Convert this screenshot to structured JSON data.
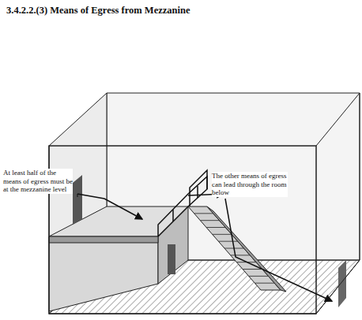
{
  "diagram": {
    "title": "3.4.2.2.(3) Means of Egress from Mezzanine",
    "labels": [
      "At least half of the means of egress must be at the mezzanine level",
      "The other means of egress can lead through the room below"
    ]
  }
}
